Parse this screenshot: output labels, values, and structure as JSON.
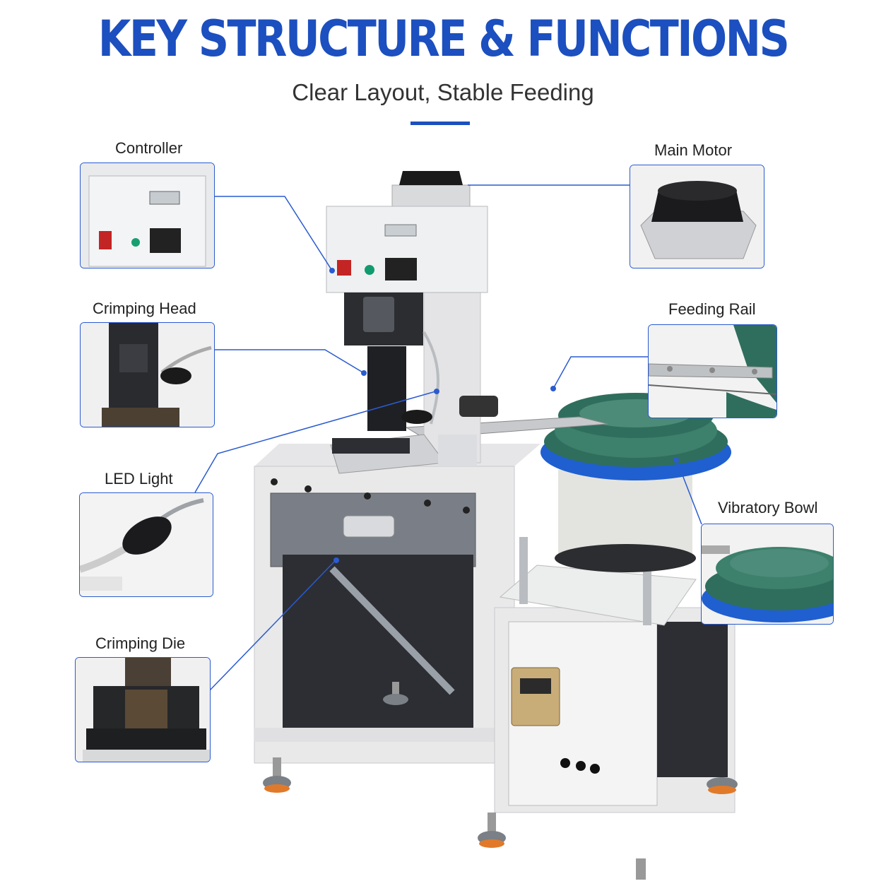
{
  "header": {
    "title": "KEY STRUCTURE & FUNCTIONS",
    "subtitle": "Clear Layout, Stable Feeding"
  },
  "callouts": [
    {
      "id": "controller",
      "label": "Controller"
    },
    {
      "id": "crimping-head",
      "label": "Crimping Head"
    },
    {
      "id": "led-light",
      "label": "LED Light"
    },
    {
      "id": "crimping-die",
      "label": "Crimping Die"
    },
    {
      "id": "main-motor",
      "label": "Main Motor"
    },
    {
      "id": "feeding-rail",
      "label": "Feeding Rail"
    },
    {
      "id": "vibratory-bowl",
      "label": "Vibratory Bowl"
    }
  ],
  "colors": {
    "accent": "#1c4fbf",
    "leader": "#2a5bd0",
    "bowl_blue": "#1f5fd0",
    "bowl_green": "#2f6e5c"
  }
}
